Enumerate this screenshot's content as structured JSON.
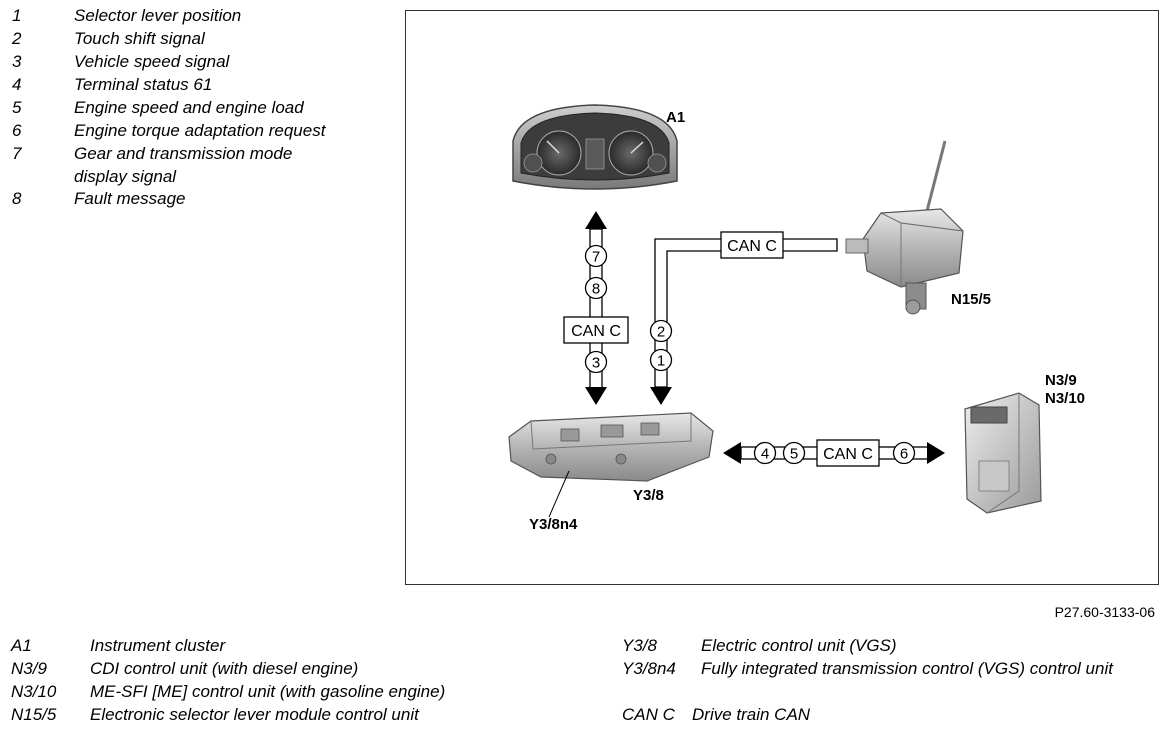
{
  "signals": [
    {
      "num": "1",
      "label": "Selector lever position"
    },
    {
      "num": "2",
      "label": "Touch shift signal"
    },
    {
      "num": "3",
      "label": "Vehicle speed signal"
    },
    {
      "num": "4",
      "label": "Terminal status 61"
    },
    {
      "num": "5",
      "label": "Engine speed and engine load"
    },
    {
      "num": "6",
      "label": "Engine torque adaptation request"
    },
    {
      "num": "7",
      "label": "Gear and transmission mode",
      "label2": "display signal"
    },
    {
      "num": "8",
      "label": "Fault message"
    }
  ],
  "diagram": {
    "components": {
      "a1": "A1",
      "n15_5": "N15/5",
      "n3_9": "N3/9",
      "n3_10": "N3/10",
      "y3_8": "Y3/8",
      "y3_8n4": "Y3/8n4"
    },
    "bus_label": "CAN C",
    "circles": {
      "c1": "1",
      "c2": "2",
      "c3": "3",
      "c4": "4",
      "c5": "5",
      "c6": "6",
      "c7": "7",
      "c8": "8"
    }
  },
  "figure_ref": "P27.60-3133-06",
  "abbreviations_left": [
    {
      "code": "A1",
      "desc": "Instrument cluster"
    },
    {
      "code": "N3/9",
      "desc": "CDI control unit (with diesel engine)"
    },
    {
      "code": "N3/10",
      "desc": "ME-SFI [ME] control unit (with gasoline engine)"
    },
    {
      "code": "N15/5",
      "desc": "Electronic selector lever module control unit"
    }
  ],
  "abbreviations_right": [
    {
      "code": "Y3/8",
      "desc": "Electric control unit (VGS)"
    },
    {
      "code": "Y3/8n4",
      "desc": "Fully integrated transmission control (VGS) control unit"
    },
    {
      "code": "CAN C",
      "desc": "Drive train CAN"
    }
  ]
}
